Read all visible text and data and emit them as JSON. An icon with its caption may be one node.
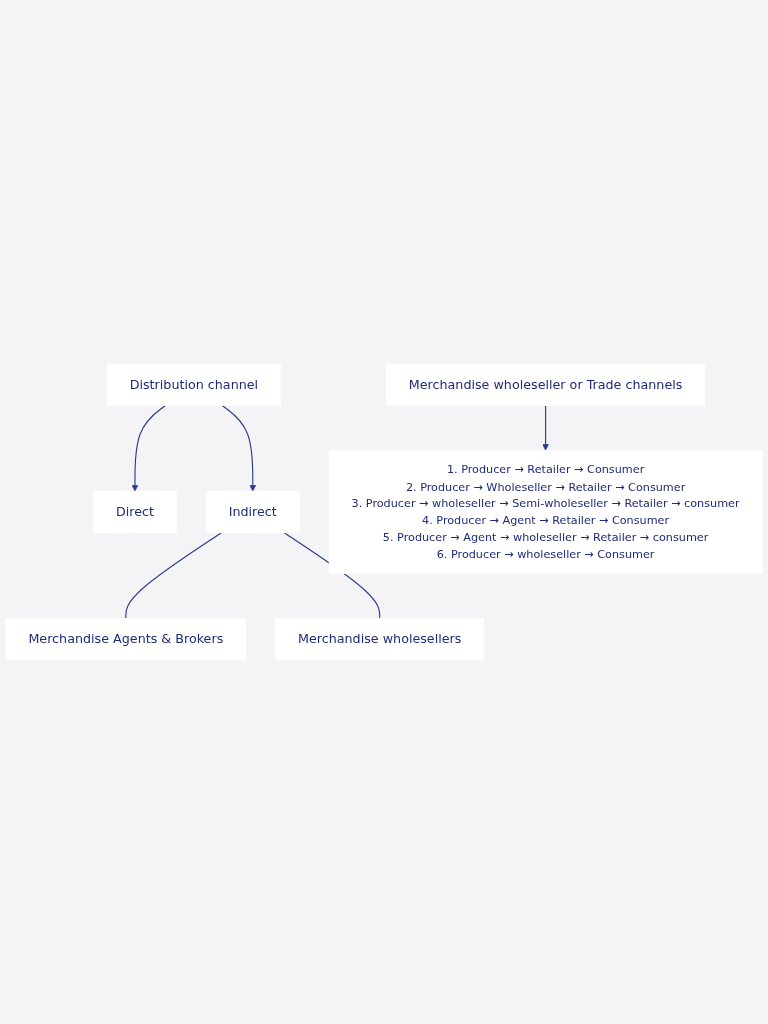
{
  "diagram": {
    "nodes": [
      {
        "text": [
          "Distribution channel"
        ]
      },
      {
        "text": [
          "Direct"
        ]
      },
      {
        "text": [
          "Indirect"
        ]
      },
      {
        "text": [
          "Merchandise Agents & Brokers"
        ]
      },
      {
        "text": [
          "Merchandise wholesellers"
        ]
      },
      {
        "text": [
          "Merchandise wholeseller or Trade channels"
        ]
      },
      {
        "text": [
          "1. Producer → Retailer → Consumer",
          "2. Producer → Wholeseller → Retailer → Consumer",
          "3. Producer → wholeseller → Semi-wholeseller → Retailer → consumer",
          "4. Producer → Agent → Retailer → Consumer",
          "5. Producer → Agent → wholeseller → Retailer → consumer",
          "6. Producer → wholeseller → Consumer"
        ]
      }
    ],
    "edges": [
      {
        "from": 0,
        "to": 1,
        "arrow": "to"
      },
      {
        "from": 0,
        "to": 2,
        "arrow": "to"
      },
      {
        "from": 2,
        "to": 3,
        "arrow": "none"
      },
      {
        "from": 2,
        "to": 4,
        "arrow": "none"
      },
      {
        "from": 5,
        "to": 6,
        "arrow": "to"
      }
    ]
  }
}
